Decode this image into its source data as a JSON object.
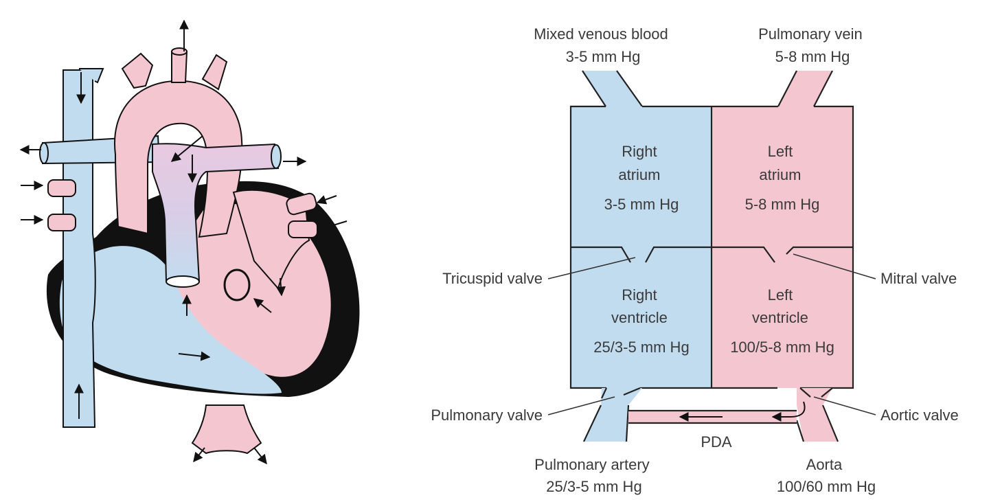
{
  "colors": {
    "deoxygenated": "#c2dcef",
    "oxygenated": "#f4c6cf",
    "wall": "#111111",
    "text": "#3a3a3a"
  },
  "schematic": {
    "top_left_label": [
      "Mixed venous blood",
      "3-5 mm Hg"
    ],
    "top_right_label": [
      "Pulmonary vein",
      "5-8 mm Hg"
    ],
    "right_atrium": [
      "Right",
      "atrium",
      "3-5 mm Hg"
    ],
    "left_atrium": [
      "Left",
      "atrium",
      "5-8 mm Hg"
    ],
    "right_ventricle": [
      "Right",
      "ventricle",
      "25/3-5 mm Hg"
    ],
    "left_ventricle": [
      "Left",
      "ventricle",
      "100/5-8 mm Hg"
    ],
    "tricuspid_valve": "Tricuspid valve",
    "mitral_valve": "Mitral valve",
    "pulmonary_valve": "Pulmonary valve",
    "aortic_valve": "Aortic valve",
    "pda": "PDA",
    "bottom_left_label": [
      "Pulmonary artery",
      "25/3-5 mm Hg"
    ],
    "bottom_right_label": [
      "Aorta",
      "100/60 mm Hg"
    ]
  }
}
